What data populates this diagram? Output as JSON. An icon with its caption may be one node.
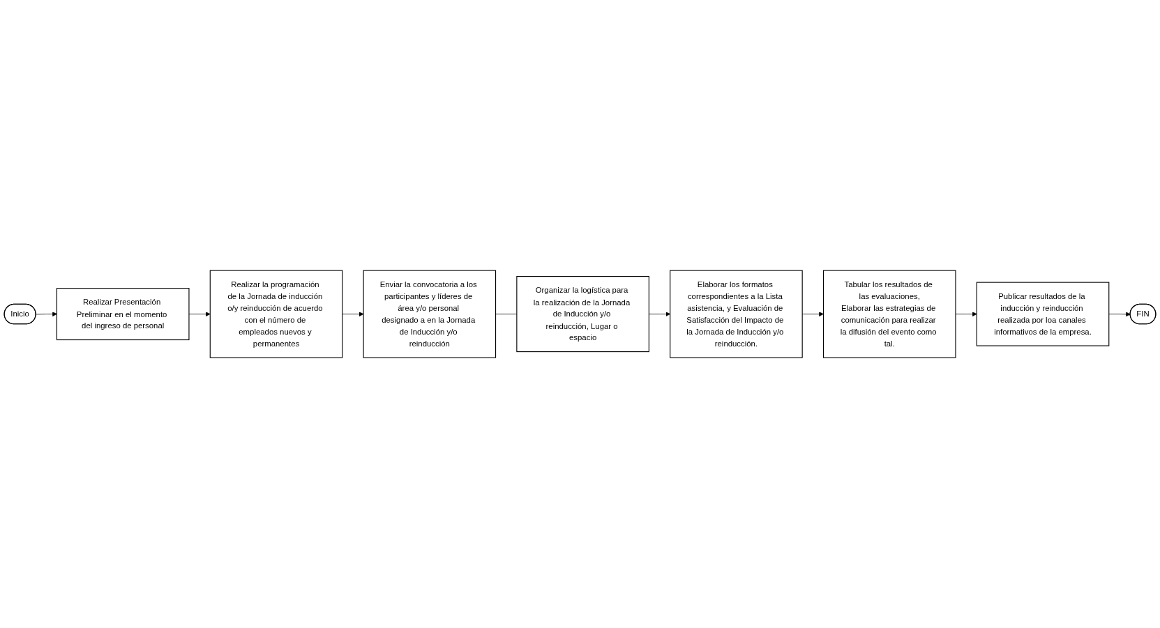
{
  "diagram": {
    "nodes": [
      {
        "text": [
          "Inicio"
        ]
      },
      {
        "text": [
          "Realizar Presentación Preliminar en el momento del ingreso de personal"
        ]
      },
      {
        "text": [
          "Realizar la programación de la Jornada de inducción o/y reinducción de acuerdo con el número de empleados nuevos y permanentes"
        ]
      },
      {
        "text": [
          "Enviar la convocatoria a los participantes y líderes de área y/o personal designado a en la Jornada de Inducción y/o reinducción"
        ]
      },
      {
        "text": [
          "Organizar la logística para la realización de la Jornada de Inducción y/o reinducción, Lugar o espacio"
        ]
      },
      {
        "text": [
          "Elaborar los formatos correspondientes a la Lista asistencia, y Evaluación de Satisfacción del Impacto de la Jornada de Inducción y/o reinducción."
        ]
      },
      {
        "text": [
          "Tabular los resultados de las evaluaciones,",
          "Elaborar las estrategias de comunicación para realizar la difusión del evento como tal."
        ]
      },
      {
        "text": [
          "Publicar resultados de la inducción y reinducción realizada por loa canales informativos de la empresa."
        ]
      },
      {
        "text": [
          "FIN"
        ]
      }
    ],
    "edges": [
      {
        "from": 0,
        "to": 1,
        "arrow": "to"
      },
      {
        "from": 1,
        "to": 2,
        "arrow": "to"
      },
      {
        "from": 2,
        "to": 3,
        "arrow": "to"
      },
      {
        "from": 3,
        "to": 4,
        "arrow": "none"
      },
      {
        "from": 4,
        "to": 5,
        "arrow": "to"
      },
      {
        "from": 5,
        "to": 6,
        "arrow": "to"
      },
      {
        "from": 6,
        "to": 7,
        "arrow": "to"
      },
      {
        "from": 7,
        "to": 8,
        "arrow": "to"
      }
    ]
  }
}
